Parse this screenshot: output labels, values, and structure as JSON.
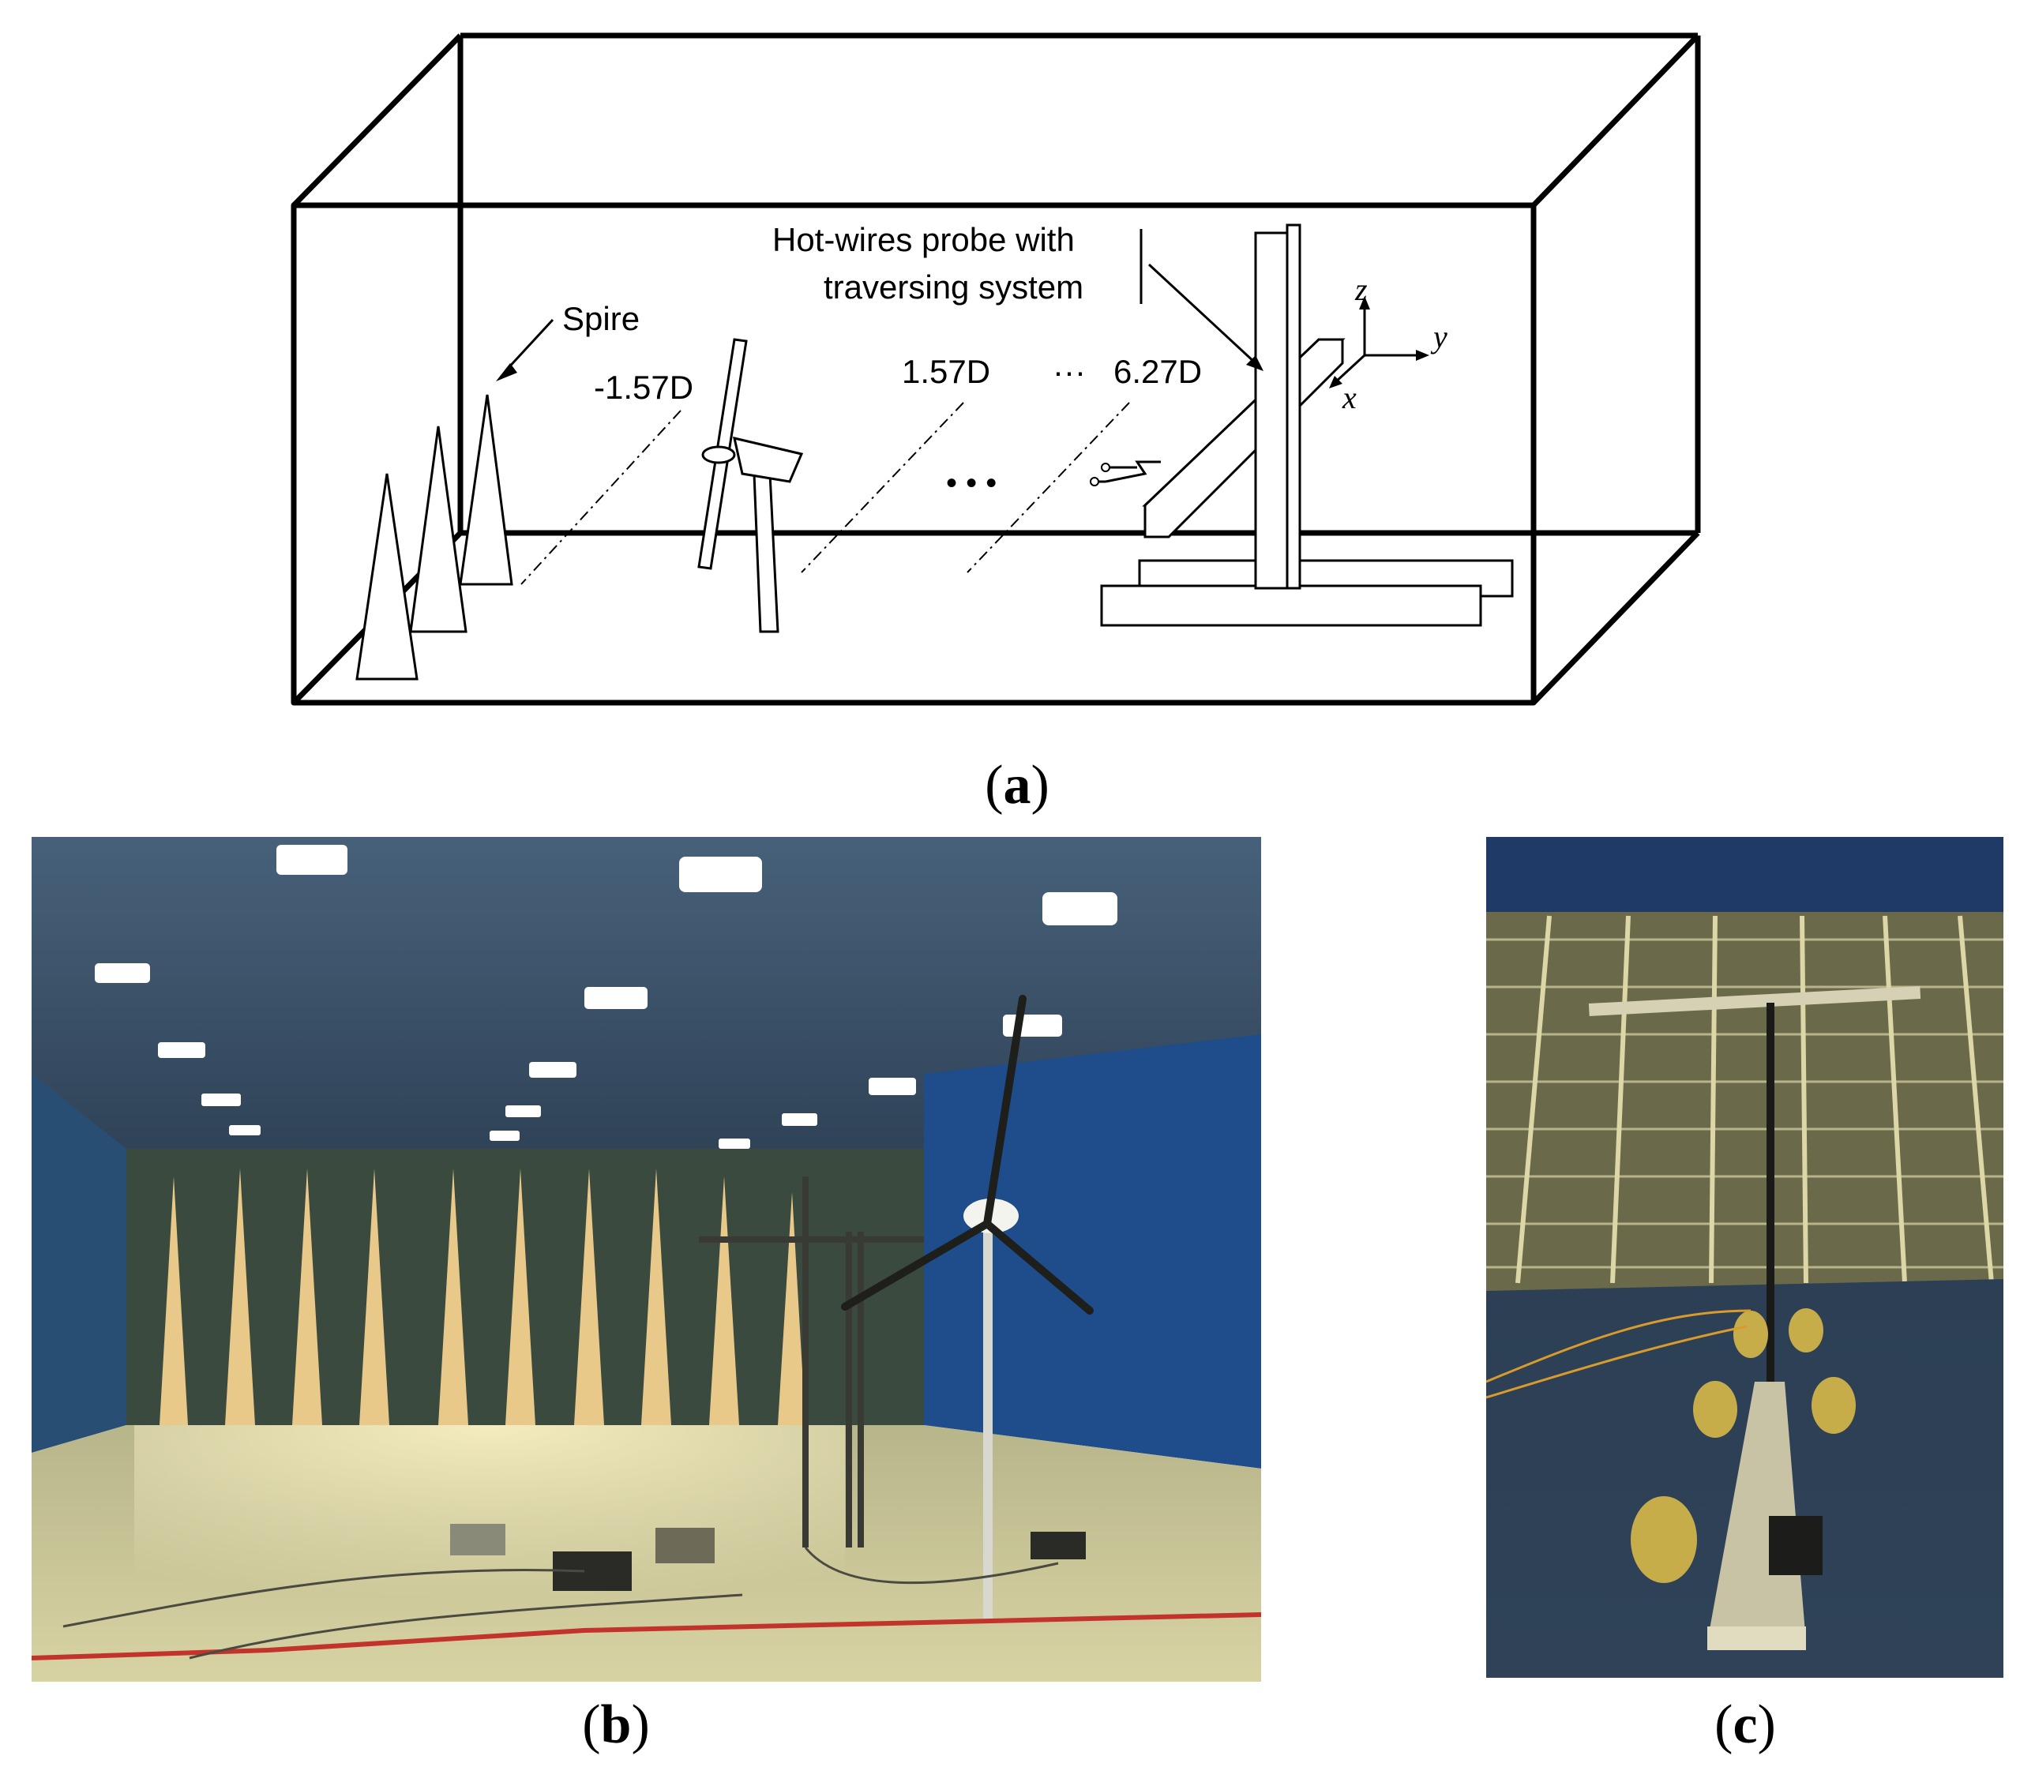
{
  "panel_a": {
    "labels": {
      "spire": "Spire",
      "probe_line1": "Hot-wires probe with",
      "probe_line2": "traversing system",
      "pos_upstream": "-1.57D",
      "pos_near": "1.57D",
      "pos_ellipsis": "···",
      "pos_far": "6.27D",
      "axis_z": "z",
      "axis_y": "y",
      "axis_x": "x",
      "dots": "• • •"
    }
  },
  "captions": {
    "a_open": "(",
    "a_letter": "a",
    "a_close": ")",
    "b_open": "(",
    "b_letter": "b",
    "b_close": ")",
    "c_open": "(",
    "c_letter": "c",
    "c_close": ")"
  },
  "colors": {
    "line": "#000000",
    "tunnel_wall": "#2b4f7a",
    "spire_wood": "#e8c98a",
    "floor": "#c9c79a",
    "c_floor": "#2f4258"
  }
}
